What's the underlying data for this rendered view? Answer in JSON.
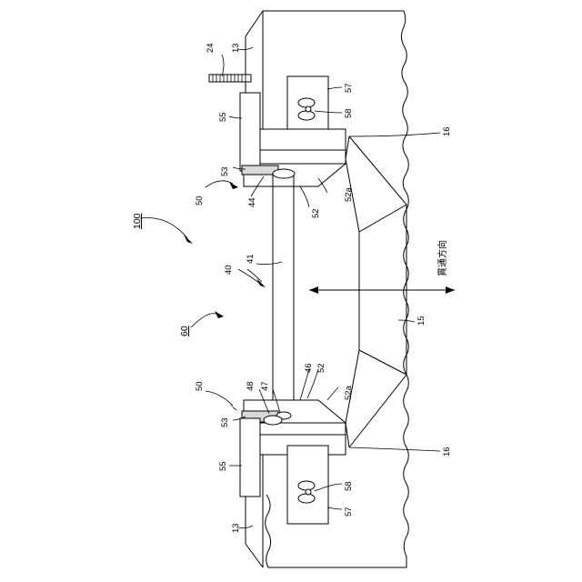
{
  "labels": {
    "assembly_100": "100",
    "unit_60": "60",
    "rod_assembly_40": "40",
    "rod_41": "41",
    "wall_13_top": "13",
    "wall_13_bottom": "13",
    "bolt_24": "24",
    "bracket_55_top": "55",
    "bracket_55_bottom": "55",
    "plate_57_top": "57",
    "plate_57_bottom": "57",
    "wingnut_58_top": "58",
    "wingnut_58_bottom": "58",
    "edge_16_top": "16",
    "edge_16_bottom": "16",
    "unit_50_top": "50",
    "unit_50_bottom": "50",
    "part_53_top": "53",
    "part_53_bottom": "53",
    "part_44": "44",
    "part_52_top": "52",
    "part_52_bottom": "52",
    "part_52a_top": "52a",
    "part_52a_bottom": "52a",
    "part_48": "48",
    "part_47": "47",
    "part_46": "46",
    "opening_15": "15",
    "direction_text": "貫通方向"
  }
}
